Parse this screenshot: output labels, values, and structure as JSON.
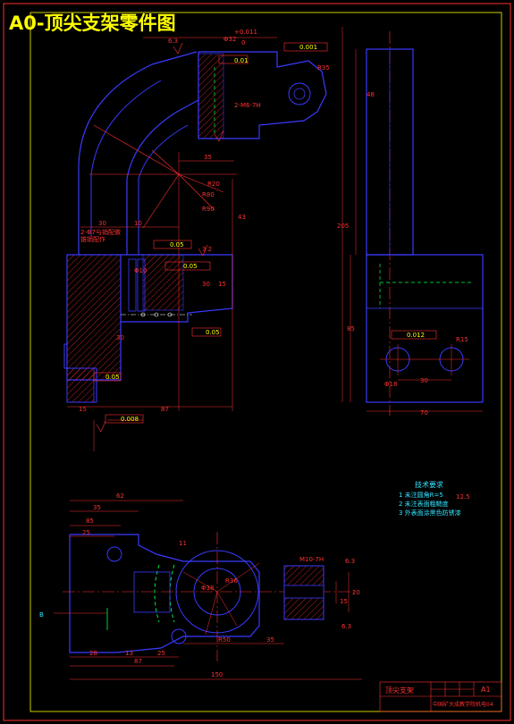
{
  "drawing_title": "A0-顶尖支架零件图",
  "technical_requirements": {
    "heading": "技术要求",
    "items": [
      "1  未注圆角R=5",
      "2  未注表面粗糙度",
      "3  外表面涂黑色防锈漆"
    ]
  },
  "title_block": {
    "part_name": "顶尖支架",
    "sheet_size": "A1",
    "institution": "中国矿大成教学院机电04"
  },
  "dimensions": {
    "front": [
      "Φ32",
      "+0.011",
      "0",
      "Φ0.01",
      "R35",
      "35",
      "R20",
      "R80",
      "R90",
      "2-M6-7H",
      "43",
      "30",
      "10",
      "Φ10",
      "205",
      "30",
      "15",
      "87",
      "15",
      "6.3",
      "3.2"
    ],
    "side": [
      "48",
      "205",
      "85",
      "30",
      "70",
      "Φ18",
      "R15"
    ],
    "top": [
      "62",
      "35",
      "25",
      "11",
      "Φ38",
      "R36",
      "R50",
      "35",
      "87",
      "150",
      "28",
      "13",
      "6.3",
      "12.5",
      "M10-7H",
      "20",
      "15"
    ],
    "tolerance_frames": [
      "0.01",
      "0.05",
      "0.008",
      "0.05",
      "0.05",
      "0.012",
      "0.001"
    ],
    "note_holes": "2-Φ7与销配做 锥销配作",
    "view_label": "B"
  }
}
